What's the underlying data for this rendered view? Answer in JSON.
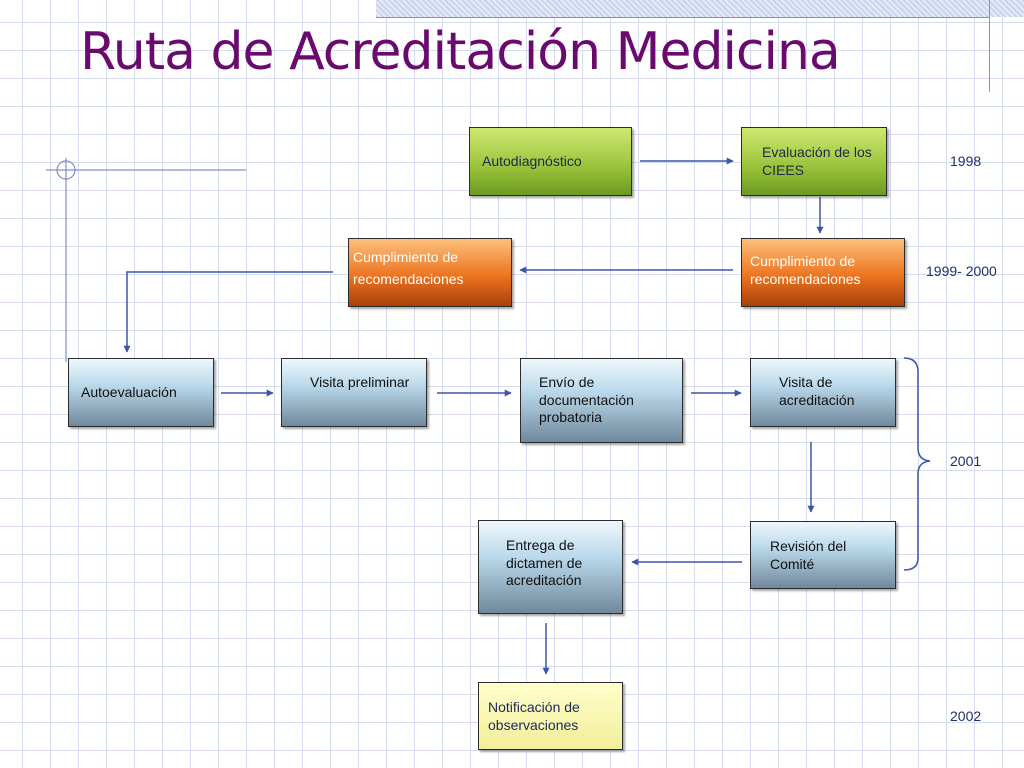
{
  "title": "Ruta de Acreditación Medicina",
  "boxes": {
    "autodiagnostico": "Autodiagnóstico",
    "evaluacion_ciees": "Evaluación de los CIEES",
    "cumplimiento_left": "Cumplimiento de recomendaciones",
    "cumplimiento_right": "Cumplimiento de recomendaciones",
    "autoevaluacion": "Autoevaluación",
    "visita_preliminar": "Visita preliminar",
    "envio_documentacion": "Envío de documentación probatoria",
    "visita_acreditacion": "Visita de acreditación",
    "revision_comite": "Revisión del Comité",
    "entrega_dictamen": "Entrega de dictamen de acreditación",
    "notificacion": "Notificación de observaciones"
  },
  "years": {
    "y1998": "1998",
    "y1999_2000": "1999- 2000",
    "y2001": "2001",
    "y2002": "2002"
  },
  "colors": {
    "title": "#6a0a6f",
    "green_box": "#98c23a",
    "orange_box": "#ec7420",
    "blue_box": "#b9d8ea",
    "cream_box": "#f2ee9a",
    "arrow": "#3a56a8",
    "year_text": "#1f2f6b"
  }
}
